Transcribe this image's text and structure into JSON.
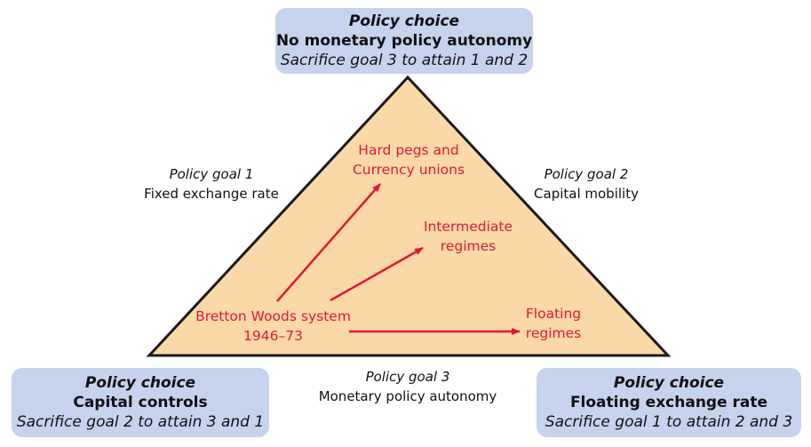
{
  "top_box": {
    "heading": "Policy choice",
    "name": "No monetary policy autonomy",
    "sacrifice": "Sacrifice goal 3 to attain 1 and 2"
  },
  "left_box": {
    "heading": "Policy choice",
    "name": "Capital controls",
    "sacrifice": "Sacrifice goal 2 to attain 3 and 1"
  },
  "right_box": {
    "heading": "Policy choice",
    "name": "Floating exchange rate",
    "sacrifice": "Sacrifice goal 1 to attain 2 and 3"
  },
  "goal_1": {
    "label": "Policy goal 1",
    "desc": "Fixed exchange rate"
  },
  "goal_2": {
    "label": "Policy goal 2",
    "desc": "Capital mobility"
  },
  "goal_3": {
    "label": "Policy goal 3",
    "desc": "Monetary policy autonomy"
  },
  "regimes": {
    "origin": {
      "line1": "Bretton Woods system",
      "line2": "1946–73"
    },
    "hard_pegs": {
      "line1": "Hard pegs and",
      "line2": "Currency unions"
    },
    "intermediate": {
      "line1": "Intermediate",
      "line2": "regimes"
    },
    "floating": {
      "line1": "Floating",
      "line2": "regimes"
    }
  },
  "colors": {
    "triangle_fill": "#fbd8a8",
    "triangle_stroke": "#1a1a1a",
    "box_fill": "#c5d3ec",
    "arrow": "#e0183a",
    "regime_text": "#e0183a"
  }
}
